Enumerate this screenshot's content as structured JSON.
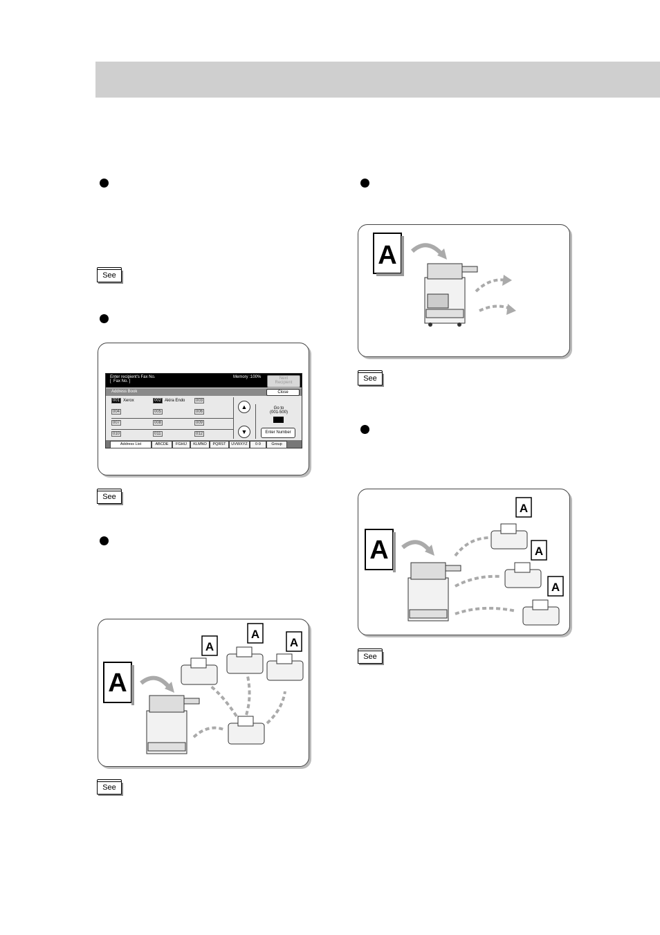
{
  "see_label": "See",
  "address_screen": {
    "prompt": "Enter recipient's Fax No.\n[  Fax No. ]",
    "memory": "Memory :100%",
    "next_recipient": "Next\nRecipient",
    "address_book": "Address Book",
    "close": "Close",
    "entries": [
      {
        "num": "001",
        "name": "Xerox",
        "selected": true
      },
      {
        "num": "002",
        "name": "Akira Endo",
        "selected": true
      },
      {
        "num": "003",
        "name": "",
        "selected": false
      },
      {
        "num": "004",
        "name": "",
        "selected": false
      },
      {
        "num": "005",
        "name": "",
        "selected": false
      },
      {
        "num": "006",
        "name": "",
        "selected": false
      },
      {
        "num": "007",
        "name": "",
        "selected": false
      },
      {
        "num": "008",
        "name": "",
        "selected": false
      },
      {
        "num": "009",
        "name": "",
        "selected": false
      },
      {
        "num": "010",
        "name": "",
        "selected": false
      },
      {
        "num": "011",
        "name": "",
        "selected": false
      },
      {
        "num": "012",
        "name": "",
        "selected": false
      }
    ],
    "goto": "Go to\n(001-500)",
    "enter_number": "Enter Number",
    "tabs": [
      "Address List",
      "ABCDE",
      "FGHIJ",
      "KLMNO",
      "PQRST",
      "UVWXYZ",
      "0-9",
      "Group"
    ]
  },
  "document_letter": "A",
  "icons": {
    "bullet": "filled-circle",
    "up": "up-arrow-icon",
    "down": "down-arrow-icon"
  }
}
